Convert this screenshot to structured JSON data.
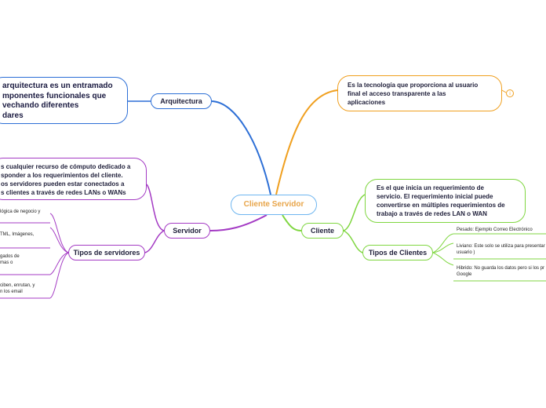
{
  "central": {
    "label": "Cliente Servidor"
  },
  "arquitectura": {
    "label": "Arquitectura",
    "definition": "arquitectura es un entramado\nmponentes funcionales que\nvechando diferentes\ndares"
  },
  "aplicaciones": {
    "definition": "Es la tecnología que proporciona al usuario\nfinal el acceso transparente a las\naplicaciones",
    "badge": "i"
  },
  "servidor": {
    "label": "Servidor",
    "definition": "s cualquier recurso de cómputo dedicado a\nsponder a los requerimientos del cliente.\nos servidores pueden estar conectados a\ns clientes a través de redes LANs o WANs",
    "types_label": "Tipos de servidores",
    "types": [
      "lógica de negocio y",
      "TML, Imágenes,",
      "gados de\nmas o",
      "ciben, enrutan, y\nn los email"
    ]
  },
  "cliente": {
    "label": "Cliente",
    "definition": "Es el que inicia un requerimiento de\nservicio. El requerimiento inicial puede\nconvertirse en múltiples requerimientos de\ntrabajo a través de redes LAN o WAN",
    "types_label": "Tipos de Clientes",
    "types": [
      "Pesado: Ejemplo Correo Electrónico",
      "Liviano: Este solo se utiliza para presentar\nusuario )",
      "Hibrido: No guarda los datos pero si los pr\nGoogle"
    ]
  },
  "colors": {
    "arquitectura": "#2d6fd6",
    "aplicaciones": "#f0a020",
    "servidor": "#a43bc4",
    "cliente": "#7fd640",
    "central_border": "#6fb6f0",
    "central_text": "#e8a54a"
  }
}
